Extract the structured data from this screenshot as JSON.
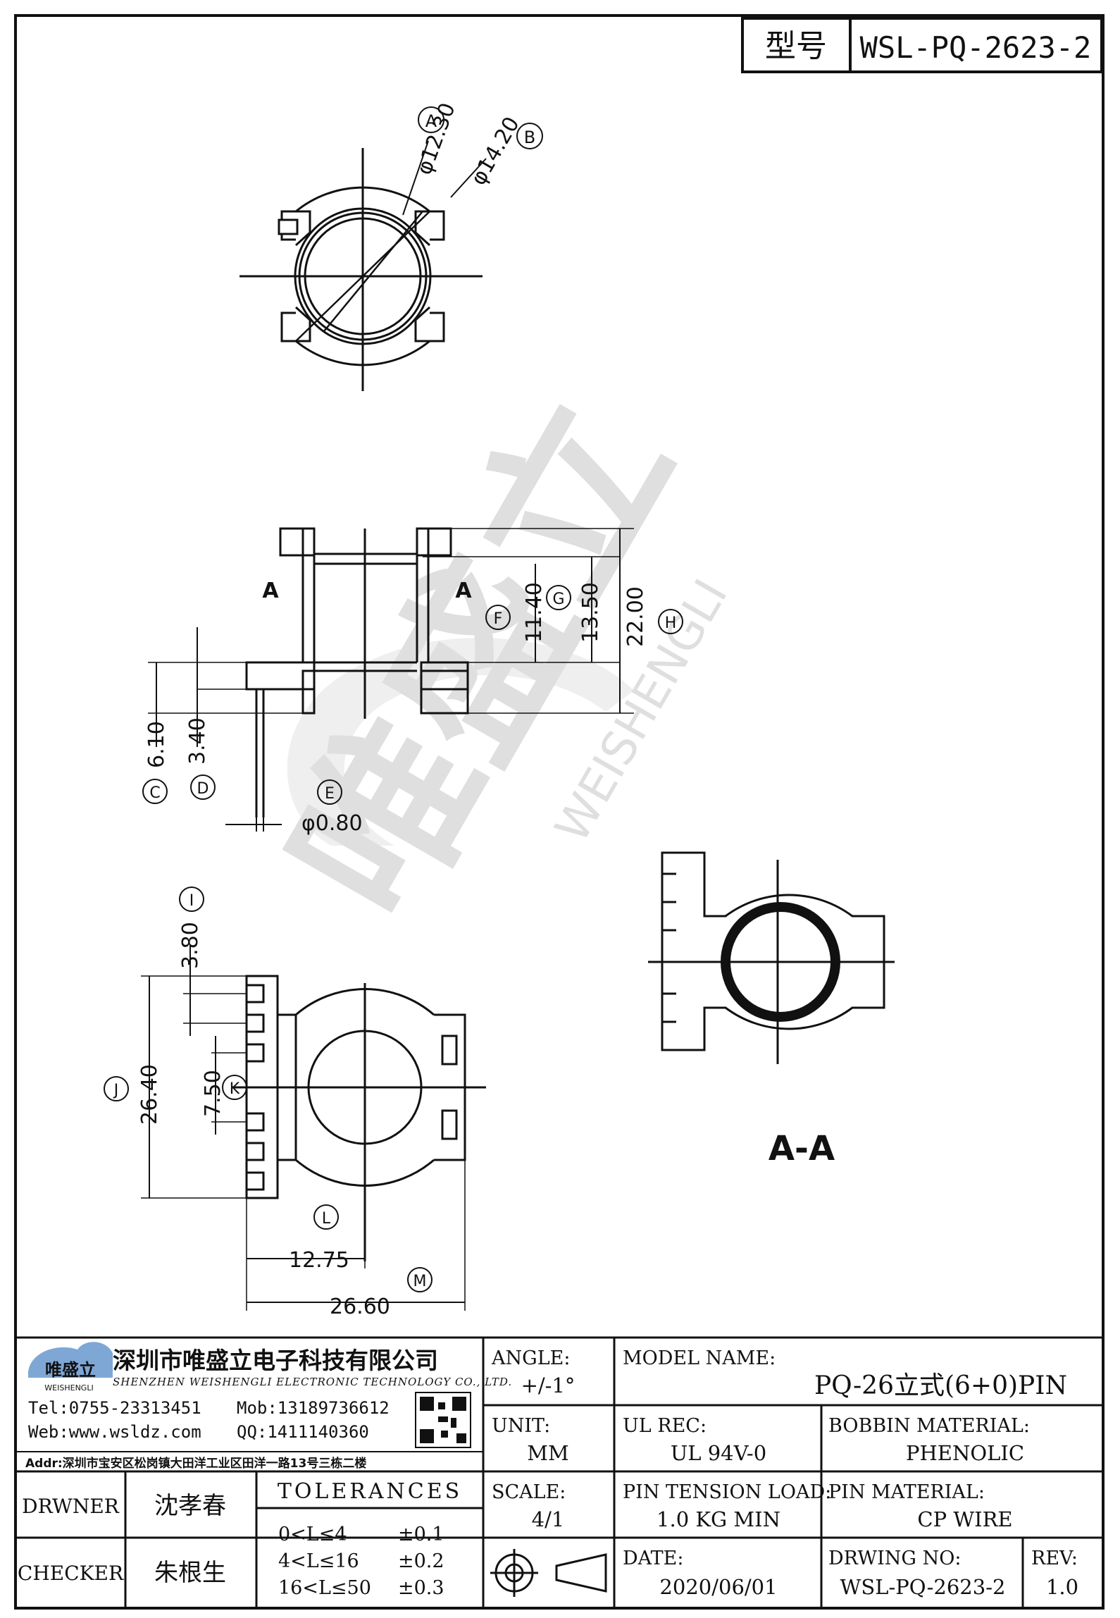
{
  "title_block": {
    "model_label": "型号",
    "model_no": "WSL-PQ-2623-2"
  },
  "views": {
    "top": {
      "callout_a": "A",
      "callout_b": "B",
      "dim_a": "φ12.30",
      "dim_b": "φ14.20"
    },
    "side": {
      "section_left": "A",
      "section_right": "A",
      "dim_c": "6.10",
      "dim_d": "3.40",
      "dim_e": "φ0.80",
      "dim_f": "11.40",
      "dim_g": "13.50",
      "dim_h": "22.00",
      "callout_c": "C",
      "callout_d": "D",
      "callout_e": "E",
      "callout_f": "F",
      "callout_g": "G",
      "callout_h": "H"
    },
    "bottom": {
      "dim_i": "3.80",
      "dim_j": "26.40",
      "dim_k": "7.50",
      "dim_l": "12.75",
      "dim_m": "26.60",
      "callout_i": "I",
      "callout_j": "J",
      "callout_k": "K",
      "callout_l": "L",
      "callout_m": "M"
    },
    "section": {
      "label": "A-A"
    }
  },
  "watermark": {
    "brand_cn": "唯盛立",
    "brand_en": "WEISHENGLI"
  },
  "company": {
    "logo_text": "唯盛立",
    "logo_sub": "WEISHENGLI",
    "name_cn": "深圳市唯盛立电子科技有限公司",
    "name_en": "SHENZHEN WEISHENGLI ELECTRONIC TECHNOLOGY CO., LTD.",
    "tel": "Tel:0755-23313451",
    "mob": "Mob:13189736612",
    "web": "Web:www.wsldz.com",
    "qq": "QQ:1411140360",
    "addr": "Addr:深圳市宝安区松岗镇大田洋工业区田洋一路13号三栋二楼"
  },
  "people": {
    "drawer_label": "DRWNER",
    "drawer_name": "沈孝春",
    "checker_label": "CHECKER",
    "checker_name": "朱根生"
  },
  "tolerances": {
    "header": "TOLERANCES",
    "rows": [
      {
        "range": "0<L≤4",
        "value": "±0.1"
      },
      {
        "range": "4<L≤16",
        "value": "±0.2"
      },
      {
        "range": "16<L≤50",
        "value": "±0.3"
      }
    ]
  },
  "specs": {
    "angle_label": "ANGLE:",
    "angle_value": "+/-1°",
    "unit_label": "UNIT:",
    "unit_value": "MM",
    "scale_label": "SCALE:",
    "scale_value": "4/1",
    "model_name_label": "MODEL NAME:",
    "model_name_value": "PQ-26立式(6+0)PIN",
    "ul_label": "UL REC:",
    "ul_value": "UL 94V-0",
    "bobbin_label": "BOBBIN MATERIAL:",
    "bobbin_value": "PHENOLIC",
    "tension_label": "PIN TENSION LOAD:",
    "tension_value": "1.0 KG MIN",
    "pin_mat_label": "PIN MATERIAL:",
    "pin_mat_value": "CP WIRE",
    "date_label": "DATE:",
    "date_value": "2020/06/01",
    "drwno_label": "DRWING NO:",
    "drwno_value": "WSL-PQ-2623-2",
    "rev_label": "REV:",
    "rev_value": "1.0"
  }
}
